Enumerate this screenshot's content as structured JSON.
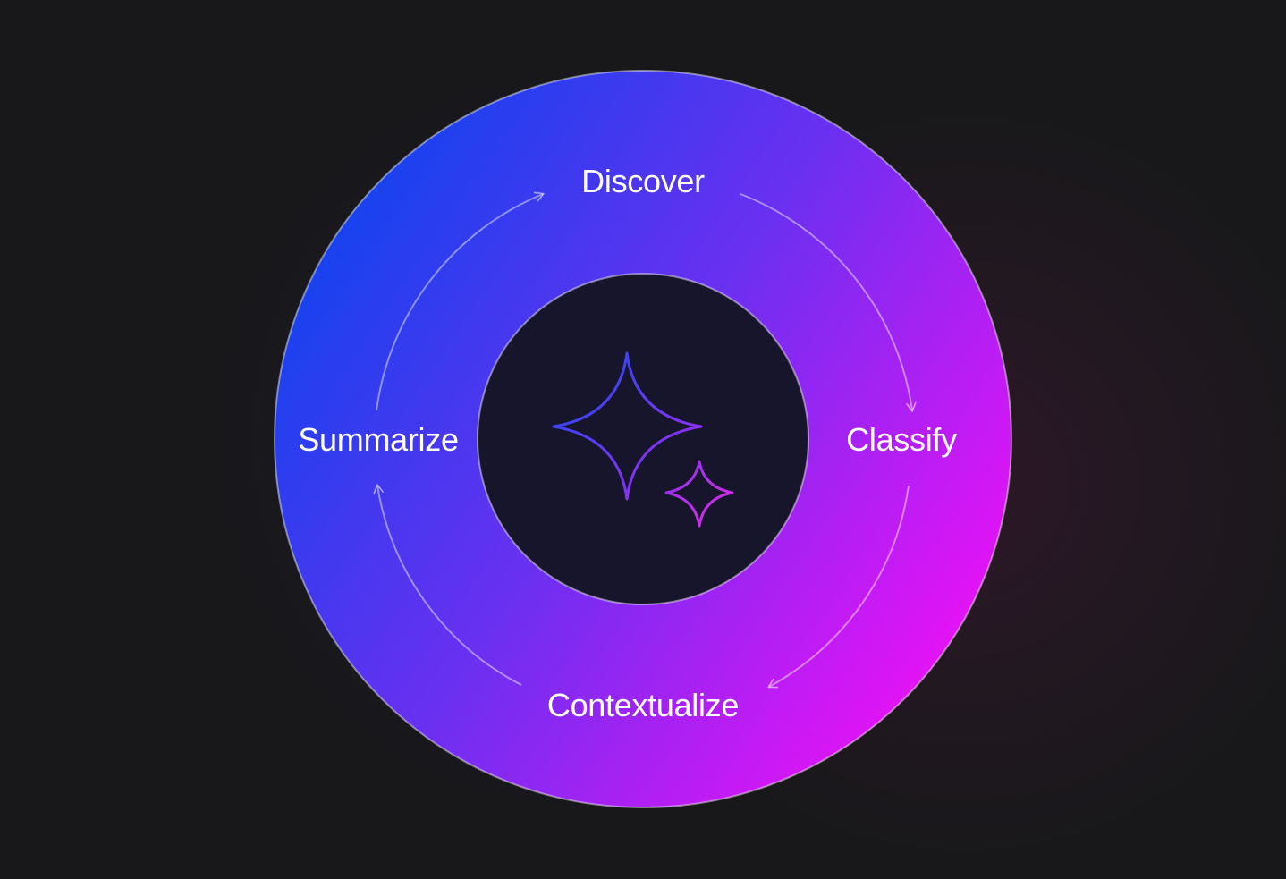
{
  "diagram": {
    "steps": {
      "top": "Discover",
      "right": "Classify",
      "bottom": "Contextualize",
      "left": "Summarize"
    },
    "center_icon": "sparkle-icon",
    "colors": {
      "background": "#18181a",
      "ring_start": "#0a3ff0",
      "ring_mid": "#7a2ff0",
      "ring_end": "#f012f5",
      "center_fill": "#16152b",
      "label": "#ffffff"
    }
  }
}
